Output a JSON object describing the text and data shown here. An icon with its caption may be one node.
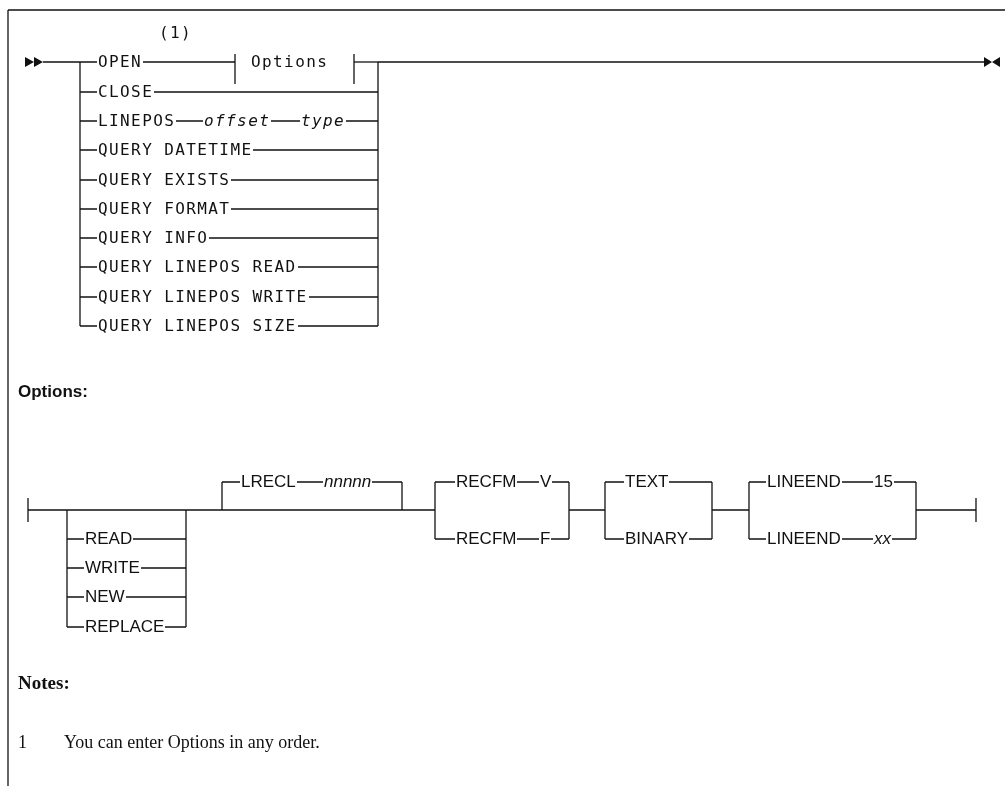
{
  "diagram": {
    "labels": [
      "(1)",
      "OPEN",
      "Options",
      "CLOSE",
      "LINEPOS",
      "offset",
      "type",
      "QUERY DATETIME",
      "QUERY EXISTS",
      "QUERY FORMAT",
      "QUERY INFO",
      "QUERY LINEPOS READ",
      "QUERY LINEPOS WRITE",
      "QUERY LINEPOS SIZE",
      "Options:",
      "LRECL",
      "nnnnn",
      "RECFM",
      "V",
      "TEXT",
      "LINEEND",
      "15",
      "READ",
      "RECFM",
      "F",
      "BINARY",
      "LINEEND",
      "xx",
      "WRITE",
      "NEW",
      "REPLACE",
      "Notes:",
      "1",
      "You can enter Options in any order."
    ]
  }
}
